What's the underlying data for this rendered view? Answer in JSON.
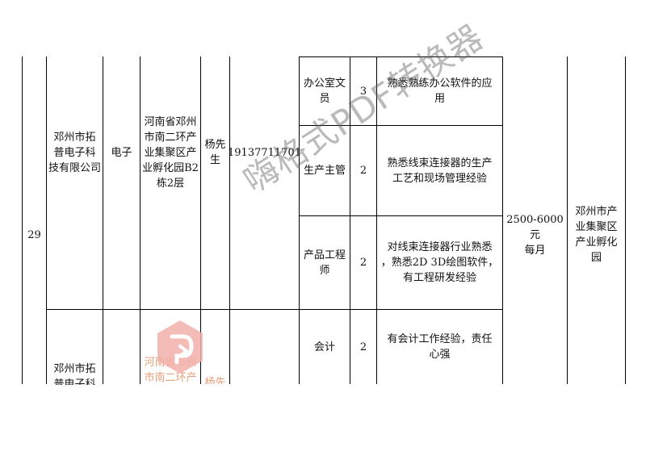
{
  "rows": {
    "row_no": "29",
    "company": "邓州市拓\n普电子科\n技有限公司",
    "industry": "电子",
    "address": "河南省邓州\n市南二环产\n业集聚区产\n业孵化园B2\n栋2层",
    "contact": "杨先\n生",
    "phone": "19137711701",
    "salary": "2500-6000元\n每月",
    "work_place": "邓州市产\n业集聚区\n产业孵化\n园",
    "positions": [
      {
        "title": "办公室文\n员",
        "count": "3",
        "requirement": "熟悉熟练办公软件的应\n用"
      },
      {
        "title": "生产主管",
        "count": "2",
        "requirement": "熟悉线束连接器的生产\n工艺和现场管理经验"
      },
      {
        "title": "产品工程\n师",
        "count": "2",
        "requirement": "对线束连接器行业熟悉\n，熟悉2D 3D绘图软件，\n有工程研发经验"
      },
      {
        "title": "会计",
        "count": "2",
        "requirement": "有会计工作经验，责任\n心强"
      }
    ],
    "next_company": "邓州市拓\n普电子科",
    "next_address": "河南省邓州\n市南二环产",
    "next_contact": "杨先"
  },
  "watermark": {
    "text": "嗨格式PDF转换器",
    "logo_color": "#f0a6a0"
  }
}
